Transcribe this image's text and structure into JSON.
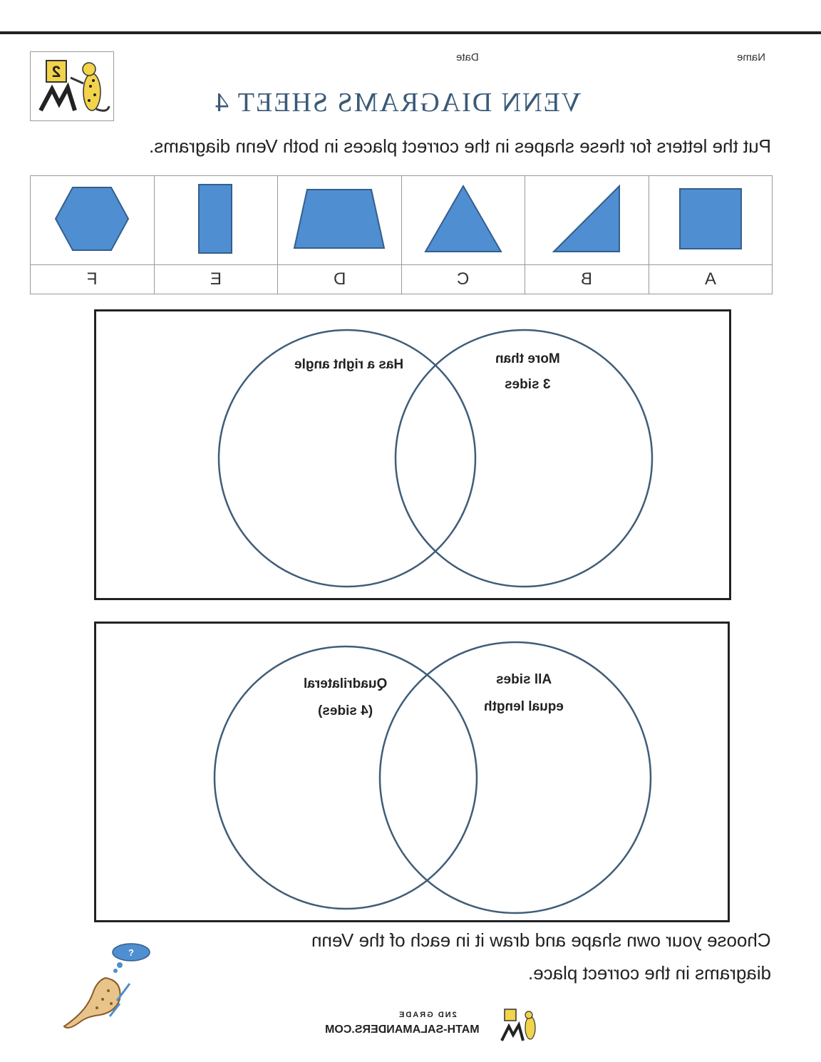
{
  "header": {
    "name_label": "Name",
    "date_label": "Date",
    "title": "VENN DIAGRAMS SHEET 4"
  },
  "logo": {
    "icon": "salamander-logo-icon",
    "badge_text": "2"
  },
  "instructions": {
    "top": "Put the letters for these shapes in the correct places in both Venn diagrams.",
    "bottom_line1": "Choose your own shape and draw it in each of the Venn",
    "bottom_line2": "diagrams in the correct place."
  },
  "shapes": [
    {
      "letter": "A",
      "shape": "square"
    },
    {
      "letter": "B",
      "shape": "right-triangle"
    },
    {
      "letter": "C",
      "shape": "triangle"
    },
    {
      "letter": "D",
      "shape": "trapezoid"
    },
    {
      "letter": "E",
      "shape": "rectangle"
    },
    {
      "letter": "F",
      "shape": "hexagon"
    }
  ],
  "venn1": {
    "left_label": "Has a right angle",
    "right_label_line1": "More than",
    "right_label_line2": "3 sides"
  },
  "venn2": {
    "left_label_line1": "Quadrilateral",
    "left_label_line2": "(4 sides)",
    "right_label_line1": "All sides",
    "right_label_line2": "equal length"
  },
  "footer": {
    "grade": "2ND GRADE",
    "site": "MATH-SALAMANDERS.COM"
  },
  "colors": {
    "shape_fill": "#4f8ed1",
    "shape_stroke": "#355f8c",
    "circle_stroke": "#3f5d78",
    "title": "#3a5a78"
  }
}
